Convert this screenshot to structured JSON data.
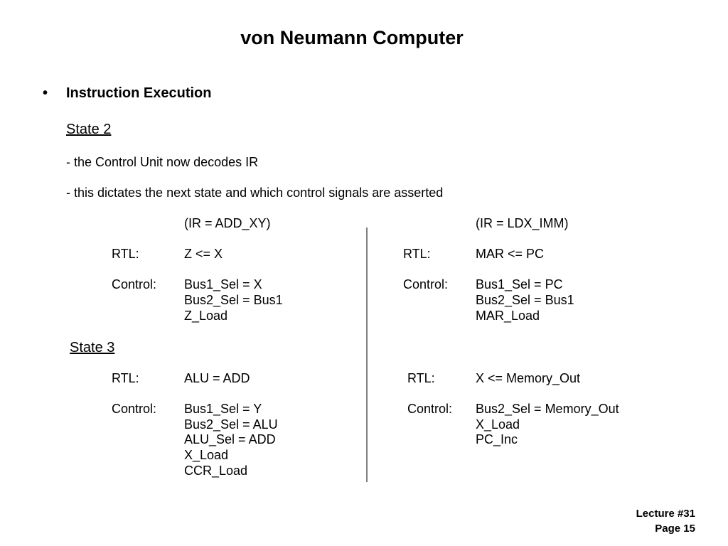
{
  "title": "von Neumann Computer",
  "bullet": {
    "symbol": "•",
    "heading": "Instruction Execution"
  },
  "state2": {
    "label": "State 2",
    "lines": [
      "- the Control Unit now decodes IR",
      "- this dictates the next state and which control signals are asserted"
    ],
    "left": {
      "condition": "(IR = ADD_XY)",
      "rtl_label": "RTL:",
      "rtl": "Z <= X",
      "control_label": "Control:",
      "control": [
        "Bus1_Sel = X",
        "Bus2_Sel = Bus1",
        "Z_Load"
      ]
    },
    "right": {
      "condition": "(IR = LDX_IMM)",
      "rtl_label": "RTL:",
      "rtl": "MAR <= PC",
      "control_label": "Control:",
      "control": [
        "Bus1_Sel = PC",
        "Bus2_Sel = Bus1",
        "MAR_Load"
      ]
    }
  },
  "state3": {
    "label": "State 3",
    "left": {
      "rtl_label": "RTL:",
      "rtl": "ALU = ADD",
      "control_label": "Control:",
      "control": [
        "Bus1_Sel = Y",
        "Bus2_Sel = ALU",
        "ALU_Sel = ADD",
        "X_Load",
        "CCR_Load"
      ]
    },
    "right": {
      "rtl_label": "RTL:",
      "rtl": "X <= Memory_Out",
      "control_label": "Control:",
      "control": [
        "Bus2_Sel = Memory_Out",
        "X_Load",
        "PC_Inc"
      ]
    }
  },
  "footer": {
    "lecture": "Lecture #31",
    "page": "Page 15"
  }
}
